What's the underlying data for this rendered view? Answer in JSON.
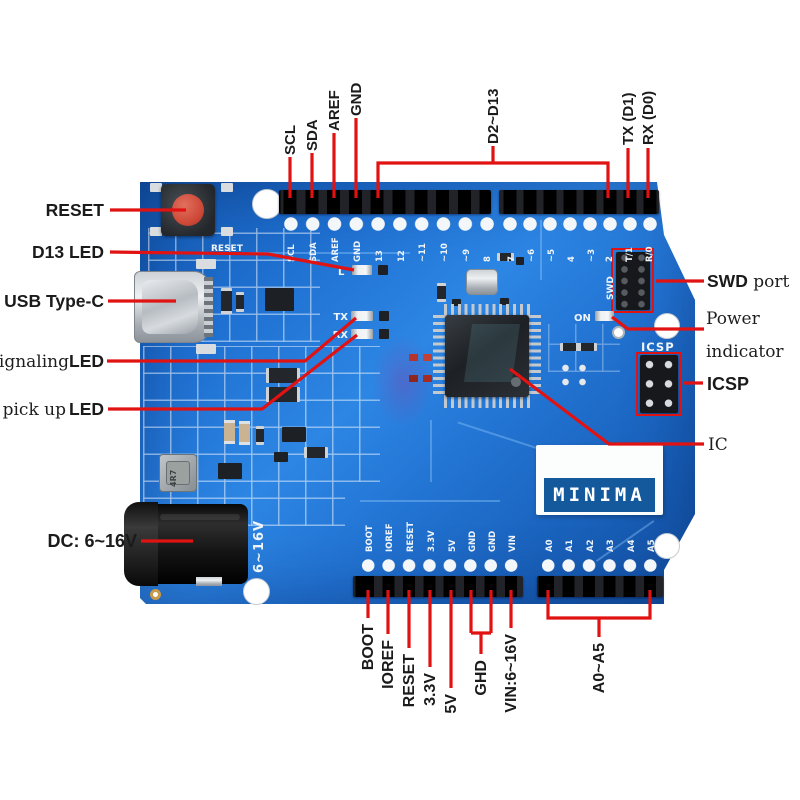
{
  "colors": {
    "pcb_blue": "#1e6fd0",
    "callout_red": "#e11212",
    "label_black": "#1b1b1b",
    "silk_white": "#eef4f8",
    "sticker_blue": "#15599d"
  },
  "callouts": {
    "top": [
      "SCL",
      "SDA",
      "AREF",
      "GND",
      "D2~D13",
      "TX (D1)",
      "RX (D0)"
    ],
    "left": {
      "reset": "RESET",
      "d13": "D13 LED",
      "usb": "USB Type-C",
      "signaling_prefix": "signaling",
      "signaling_suffix": "LED",
      "pickup_prefix": "pick up",
      "pickup_suffix": "LED",
      "dc": "DC: 6~16V"
    },
    "right": {
      "swd_bold": "SWD",
      "swd_rest": " port",
      "power_line1": "Power",
      "power_line2": "indicator",
      "icsp": "ICSP",
      "ic": "IC"
    },
    "bottom": [
      "BOOT",
      "IOREF",
      "RESET",
      "3.3V",
      "5V",
      "GHD",
      "VIN:6~16V",
      "A0~A5"
    ]
  },
  "silk": {
    "reset": "RESET",
    "l": "L",
    "tx": "TX",
    "rx": "RX",
    "on": "ON",
    "swd": "SWD",
    "icsp": "ICSP",
    "sticker": "MINIMA",
    "dc_rating": "6~16V",
    "inductor": "4R7",
    "top_left_pins": [
      "SCL",
      "SDA",
      "AREF",
      "GND",
      "13",
      "12",
      "~11",
      "~10",
      "~9",
      "8"
    ],
    "top_right_pins": [
      "7",
      "~6",
      "~5",
      "4",
      "~3",
      "2",
      "T/1",
      "R/0"
    ],
    "bottom_power_pins": [
      "BOOT",
      "IOREF",
      "RESET",
      "3.3V",
      "5V",
      "GND",
      "GND",
      "VIN"
    ],
    "analog_pins": [
      "A0",
      "A1",
      "A2",
      "A3",
      "A4",
      "A5"
    ]
  }
}
